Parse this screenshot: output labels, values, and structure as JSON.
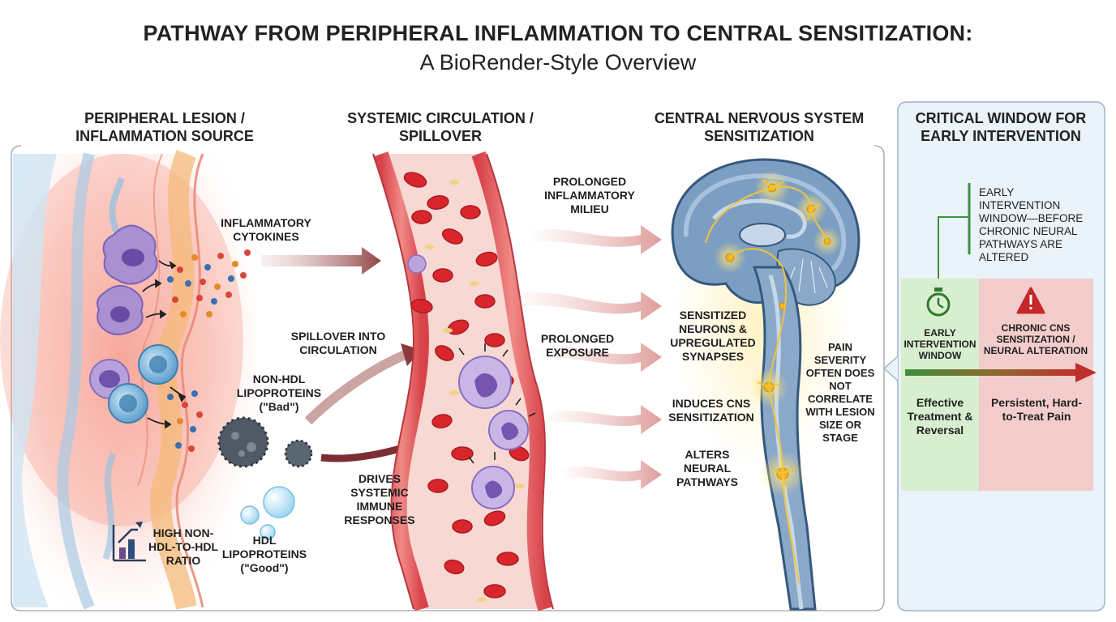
{
  "title": "PATHWAY FROM PERIPHERAL INFLAMMATION TO CENTRAL SENSITIZATION:",
  "subtitle": "A BioRender-Style Overview",
  "sections": {
    "peripheral": "PERIPHERAL LESION / INFLAMMATION SOURCE",
    "systemic": "SYSTEMIC CIRCULATION / SPILLOVER",
    "cns": "CENTRAL NERVOUS SYSTEM SENSITIZATION",
    "window": "CRITICAL WINDOW FOR EARLY INTERVENTION"
  },
  "labels": {
    "cytokines": "INFLAMMATORY CYTOKINES",
    "spillover": "SPILLOVER INTO CIRCULATION",
    "non_hdl": "NON-HDL LIPOPROTEINS (\"Bad\")",
    "hdl": "HDL LIPOPROTEINS (\"Good\")",
    "ratio": "HIGH NON-HDL-TO-HDL RATIO",
    "drives": "DRIVES SYSTEMIC IMMUNE RESPONSES",
    "milieu": "PROLONGED INFLAMMATORY MILIEU",
    "exposure": "PROLONGED EXPOSURE",
    "sensitized": "SENSITIZED NEURONS & UPREGULATED SYNAPSES",
    "induces": "INDUCES CNS SENSITIZATION",
    "alters": "ALTERS NEURAL PATHWAYS",
    "pain": "PAIN SEVERITY OFTEN DOES NOT CORRELATE WITH LESION SIZE OR STAGE"
  },
  "window_panel": {
    "note": "EARLY INTERVENTION WINDOW—BEFORE CHRONIC NEURAL PATHWAYS ARE ALTERED",
    "early_label": "EARLY INTERVENTION WINDOW",
    "chronic_label": "CHRONIC CNS SENSITIZATION / NEURAL ALTERATION",
    "early_outcome": "Effective Treatment & Reversal",
    "chronic_outcome": "Persistent, Hard-to-Treat Pain",
    "colors": {
      "early": "#d8efcf",
      "chronic": "#f3cccc",
      "panel": "#eaf2fa",
      "arrow_start": "#3f8f3a",
      "arrow_end": "#c0302a"
    }
  }
}
